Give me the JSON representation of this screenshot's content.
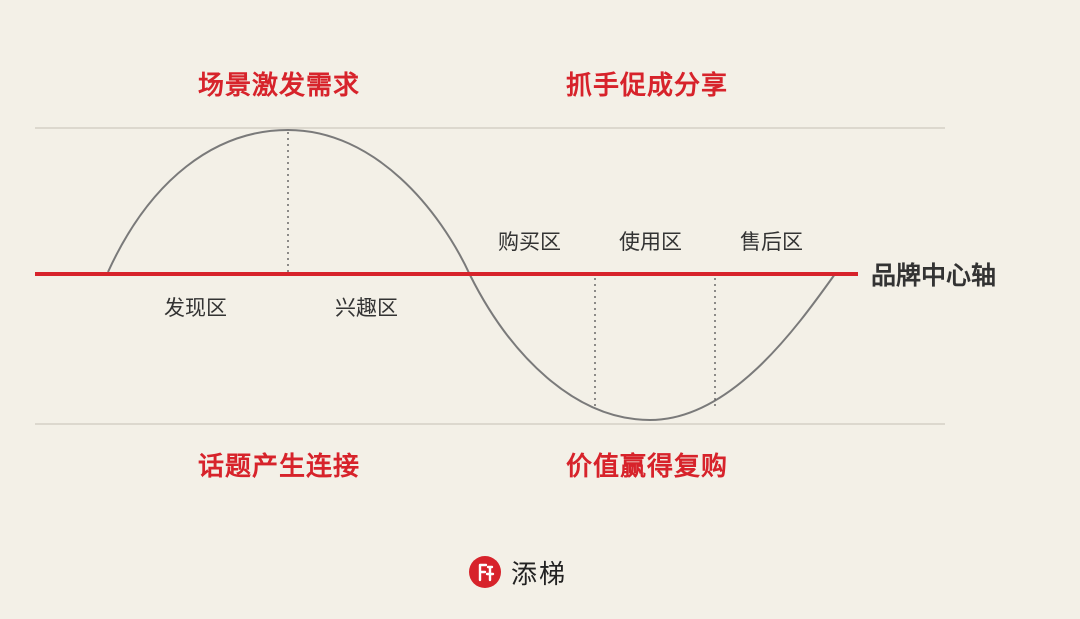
{
  "headings": {
    "top_left": "场景激发需求",
    "top_right": "抓手促成分享",
    "bottom_left": "话题产生连接",
    "bottom_right": "价值赢得复购"
  },
  "zones": {
    "discover": "发现区",
    "interest": "兴趣区",
    "purchase": "购买区",
    "use": "使用区",
    "after_sales": "售后区"
  },
  "axis_label": "品牌中心轴",
  "logo": {
    "icon": "brand-logo-icon",
    "text": "添梯"
  },
  "colors": {
    "background": "#f3f0e7",
    "accent_red": "#d7232b",
    "curve": "#7a7a7a",
    "guide_line": "#cfcac0",
    "text_dark": "#333333"
  }
}
